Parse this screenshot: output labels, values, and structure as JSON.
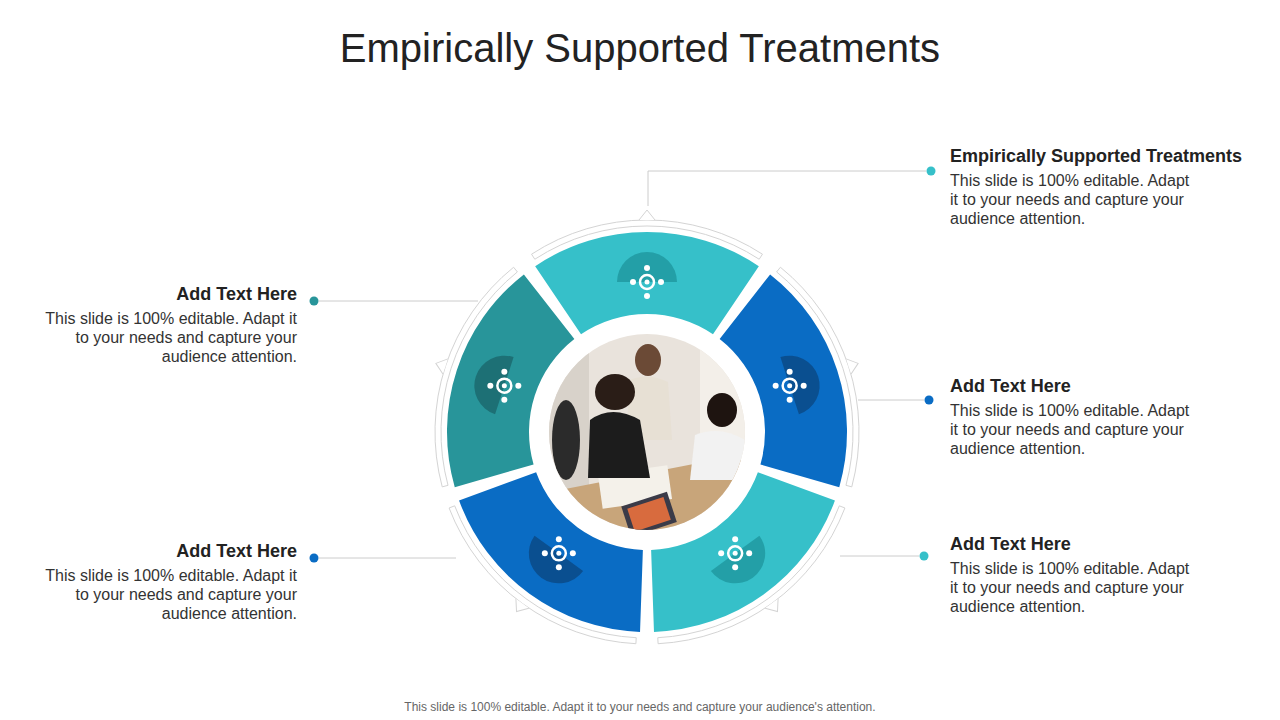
{
  "diagram": {
    "title": "Empirically Supported Treatments",
    "caption": "This slide is 100% editable. Adapt it to your needs and capture your audience's attention.",
    "nodes": [
      {
        "text": [
          "Empirically Supported Treatments",
          "This slide is 100% editable. Adapt it to your needs and capture your audience attention."
        ]
      },
      {
        "text": [
          "Add Text Here",
          "This slide is 100% editable. Adapt it to your needs and capture your audience attention."
        ]
      },
      {
        "text": [
          "Add Text Here",
          "This slide is 100% editable. Adapt it to your needs and capture your audience attention."
        ]
      },
      {
        "text": [
          "Add Text Here",
          "This slide is 100% editable. Adapt it to your needs and capture your audience attention."
        ]
      },
      {
        "text": [
          "Add Text Here",
          "This slide is 100% editable. Adapt it to your needs and capture your audience attention."
        ]
      }
    ]
  }
}
